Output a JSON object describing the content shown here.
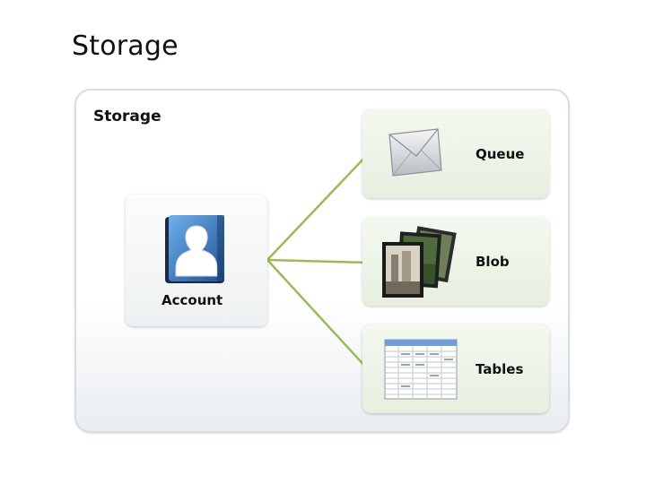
{
  "slide": {
    "title": "Storage"
  },
  "diagram": {
    "container_title": "Storage",
    "account": {
      "label": "Account",
      "icon": "account-icon"
    },
    "services": [
      {
        "label": "Queue",
        "icon": "mail-envelope-icon"
      },
      {
        "label": "Blob",
        "icon": "photo-stack-icon"
      },
      {
        "label": "Tables",
        "icon": "table-grid-icon"
      }
    ],
    "colors": {
      "connector": "#9bbb59",
      "card_green": "#e6efe0",
      "account_blue": "#2f6fb5"
    }
  }
}
